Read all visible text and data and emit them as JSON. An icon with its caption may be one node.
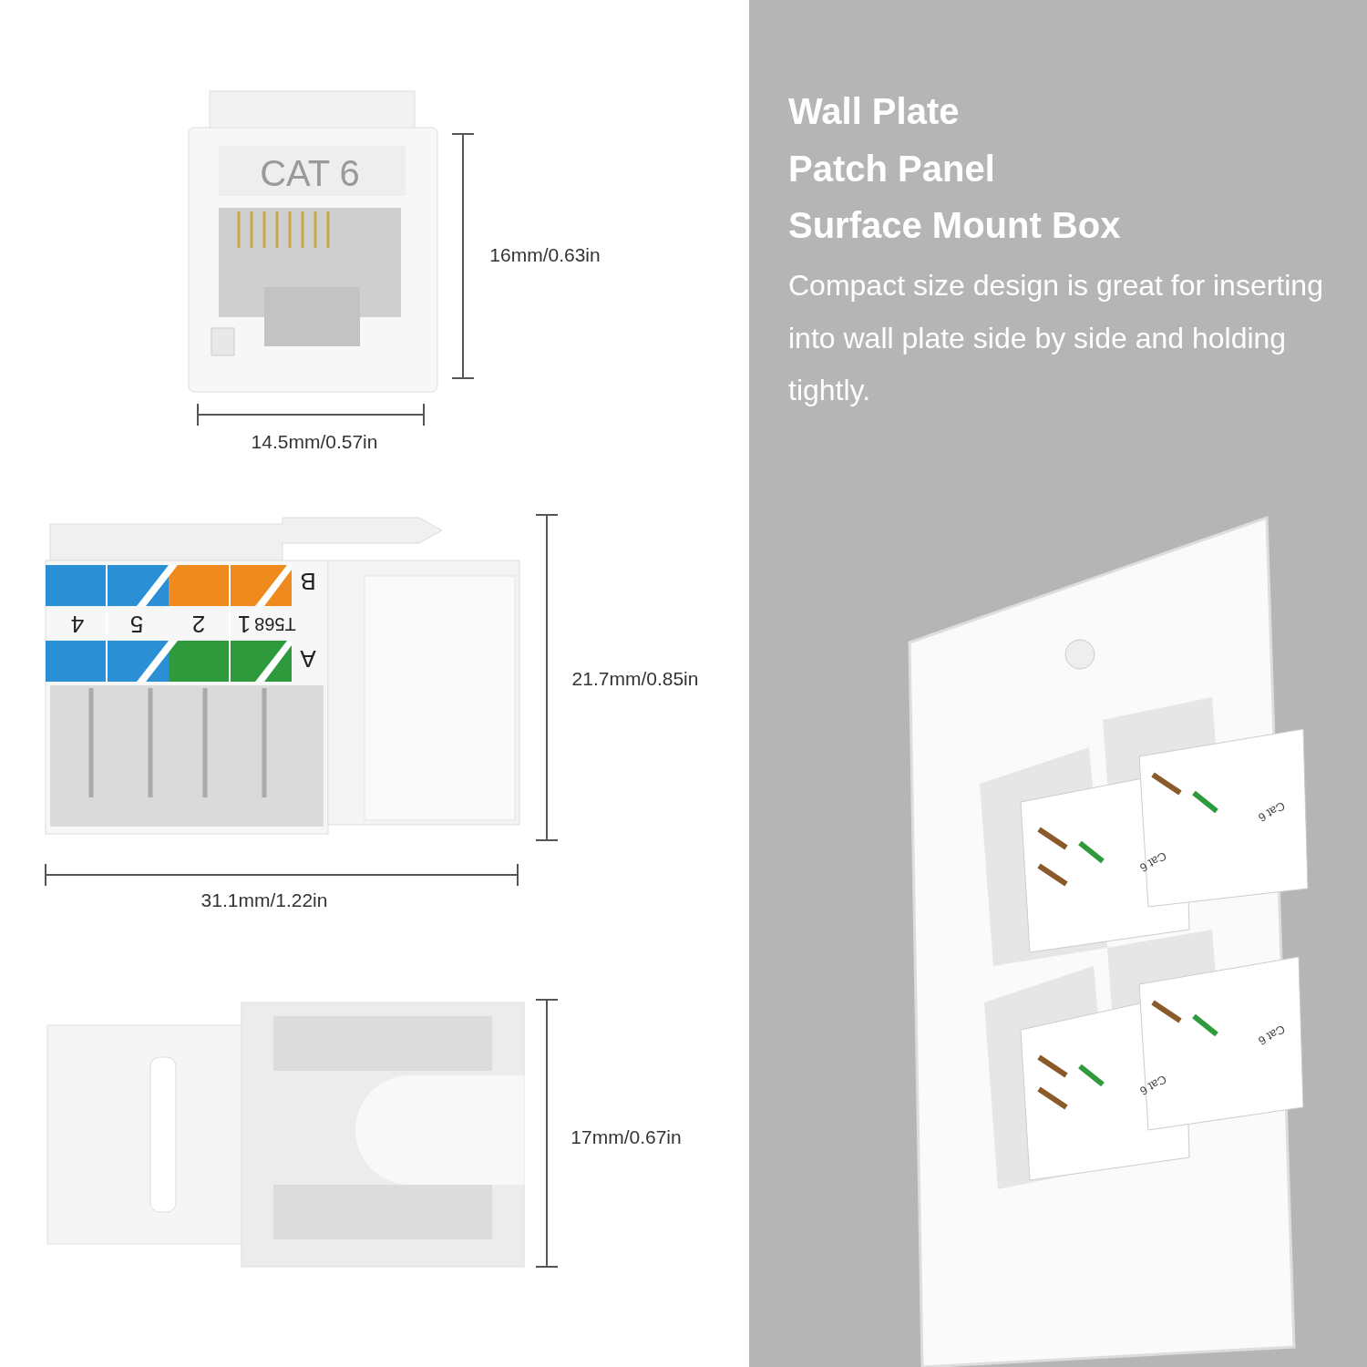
{
  "diagram": {
    "labels": [
      "CAT 6",
      "16mm/0.63in",
      "14.5mm/0.57in",
      "Wall Plate",
      "Patch Panel",
      "Surface Mount Box",
      "Compact size design is great for inserting into wall plate side by side and holding tightly.",
      "B",
      "T568",
      "1",
      "2",
      "5",
      "4",
      "A",
      "21.7mm/0.85in",
      "31.1mm/1.22in",
      "17mm/0.67in",
      "Cat 6",
      "Cat 6",
      "Cat 6",
      "Cat 6"
    ]
  }
}
